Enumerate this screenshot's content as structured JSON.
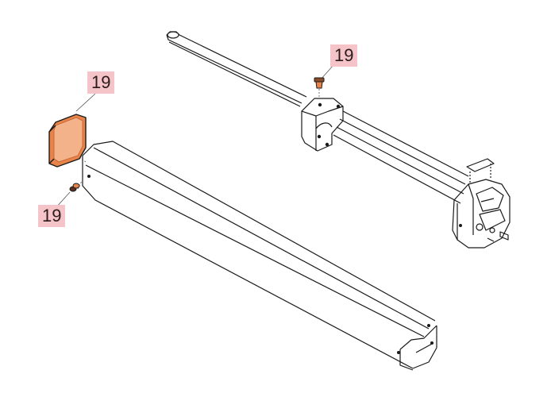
{
  "diagram": {
    "type": "exploded-parts-view",
    "highlight_color": "#e8834a",
    "callout_bg": "#f4c4c8",
    "line_color": "#1a1a1a",
    "callouts": [
      {
        "id": "callout-end-cap",
        "label": "19",
        "part": "end-cap"
      },
      {
        "id": "callout-top-screw",
        "label": "19",
        "part": "screw-top"
      },
      {
        "id": "callout-left-screw",
        "label": "19",
        "part": "screw-left"
      }
    ],
    "parts": [
      {
        "name": "end-cap",
        "highlighted": true
      },
      {
        "name": "screw-top",
        "highlighted": true
      },
      {
        "name": "screw-left",
        "highlighted": true
      },
      {
        "name": "drive-shaft",
        "highlighted": false
      },
      {
        "name": "motor-tube",
        "highlighted": false
      },
      {
        "name": "motor-head",
        "highlighted": false
      },
      {
        "name": "label-plate",
        "highlighted": false
      },
      {
        "name": "housing-profile",
        "highlighted": false
      }
    ]
  }
}
